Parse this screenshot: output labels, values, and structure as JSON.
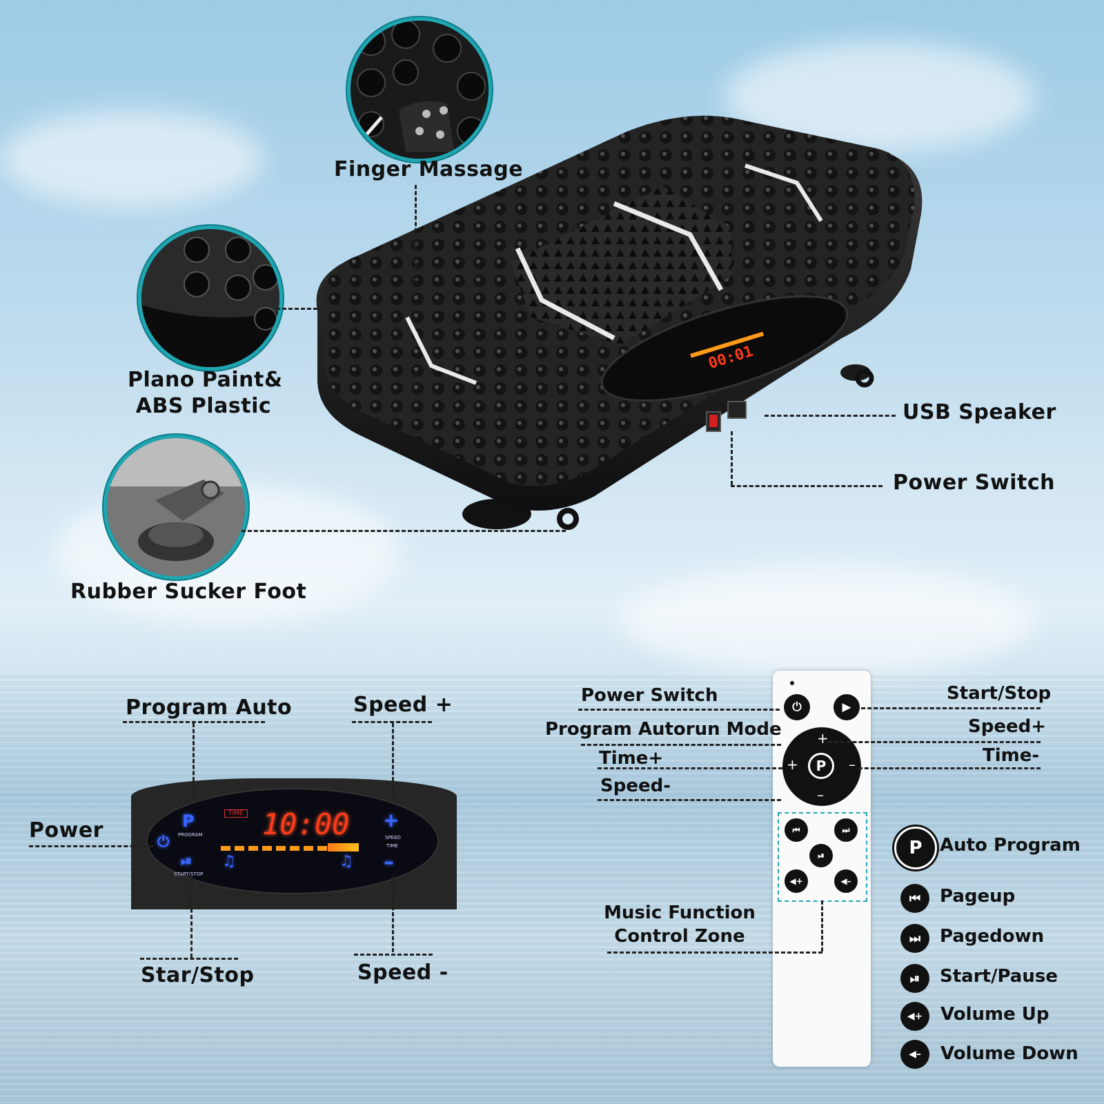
{
  "colors": {
    "accent_ring": "#1fa6b3",
    "led_digits": "#ff3a1a",
    "panel_blue": "#3a66ff",
    "device_body": "#1c1c1c"
  },
  "top_callouts": {
    "finger_massage": "Finger Massage",
    "material_line1": "Plano Paint&",
    "material_line2": "ABS Plastic",
    "rubber_foot": "Rubber Sucker Foot",
    "usb_speaker": "USB Speaker",
    "power_switch": "Power Switch"
  },
  "panel": {
    "program_auto": "Program Auto",
    "speed_plus": "Speed +",
    "power": "Power",
    "star_stop": "Star/Stop",
    "speed_minus": "Speed -",
    "display_time": "10:00",
    "time_tag": "TIME",
    "program_tiny": "PROGRAM",
    "start_stop_tiny": "START/STOP",
    "speed_tiny": "SPEED",
    "time_tiny": "TIME"
  },
  "remote": {
    "power_switch": "Power Switch",
    "start_stop": "Start/Stop",
    "program_autorun": "Program Autorun Mode",
    "speed_plus": "Speed+",
    "time_plus": "Time+",
    "time_minus": "Time-",
    "speed_minus": "Speed-",
    "music_zone_line1": "Music Function",
    "music_zone_line2": "Control Zone"
  },
  "display_readout": "00:01",
  "legend": [
    {
      "icon": "auto-program-icon",
      "label": "Auto Program"
    },
    {
      "icon": "pageup-icon",
      "label": "Pageup"
    },
    {
      "icon": "pagedown-icon",
      "label": "Pagedown"
    },
    {
      "icon": "start-pause-icon",
      "label": "Start/Pause"
    },
    {
      "icon": "volume-up-icon",
      "label": "Volume Up"
    },
    {
      "icon": "volume-down-icon",
      "label": "Volume Down"
    }
  ]
}
